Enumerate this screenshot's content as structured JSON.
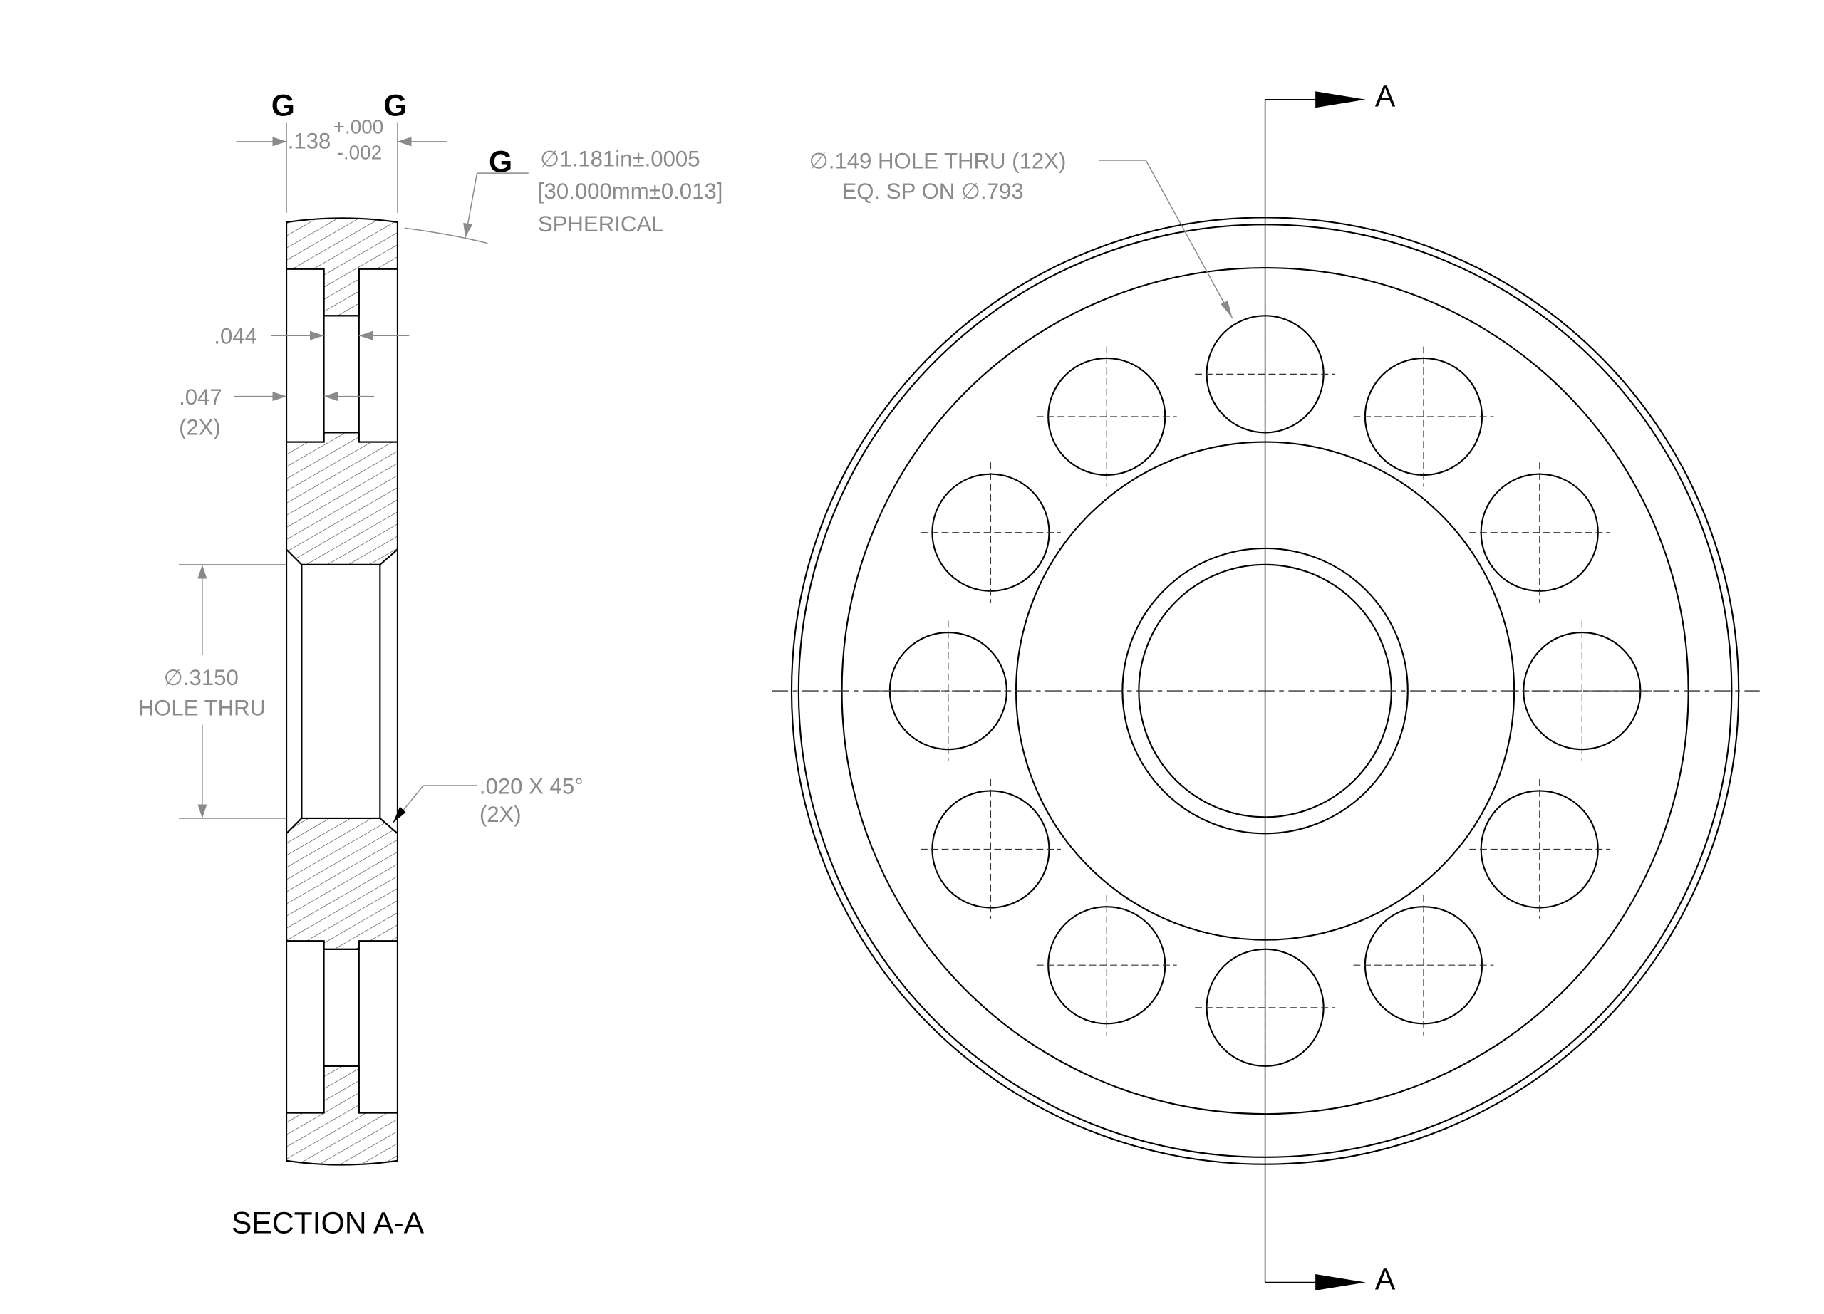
{
  "section_view": {
    "title": "SECTION A-A",
    "datum_symbol": "G",
    "thickness_dim": {
      "nominal": ".138",
      "upper_tol": "+.000",
      "lower_tol": "-.002"
    },
    "sphere_dim": {
      "line1": "∅1.181in±.0005",
      "line2": "[30.000mm±0.013]",
      "line3": "SPHERICAL"
    },
    "web_dim": ".044",
    "pocket_dim": {
      "value": ".047",
      "qty": "(2X)"
    },
    "bore_dim": {
      "value": "∅.3150",
      "note": "HOLE THRU"
    },
    "chamfer_dim": {
      "value": ".020 X 45°",
      "qty": "(2X)"
    }
  },
  "front_view": {
    "hole_note": {
      "line1": "∅.149 HOLE THRU (12X)",
      "line2": "EQ. SP ON ∅.793"
    },
    "section_label_top": "A",
    "section_label_bottom": "A",
    "hole_count": 12
  }
}
